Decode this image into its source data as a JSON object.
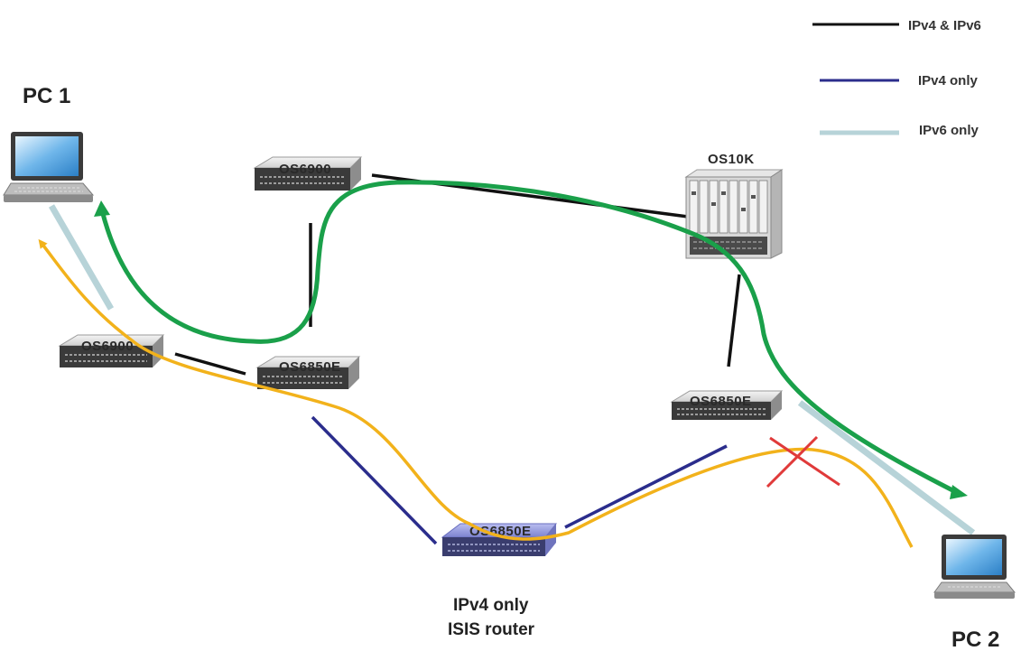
{
  "legend": {
    "items": [
      {
        "label": "IPv4 & IPv6",
        "color": "#111111"
      },
      {
        "label": "IPv4 only",
        "color": "#2b2d8c"
      },
      {
        "label": "IPv6 only",
        "color": "#b7d3d8"
      }
    ]
  },
  "hosts": {
    "pc1": "PC 1",
    "pc2": "PC 2"
  },
  "switches": {
    "os6900_top": "OS6900",
    "os6900_left": "OS6900",
    "os6850e_mid": "OS6850E",
    "os6850e_right": "OS6850E",
    "os6850e_isis": "OS6850E",
    "os10k": "OS10K"
  },
  "captions": {
    "isis_line1": "IPv4 only",
    "isis_line2": "ISIS router"
  },
  "colors": {
    "ipv4_ipv6_link": "#111111",
    "ipv4_link": "#2b2d8c",
    "ipv6_link": "#b7d3d8",
    "green_path": "#1aa04a",
    "yellow_path": "#f2b21b",
    "blocked_mark": "#e03a3a",
    "isis_switch": "#8a8fd8"
  }
}
